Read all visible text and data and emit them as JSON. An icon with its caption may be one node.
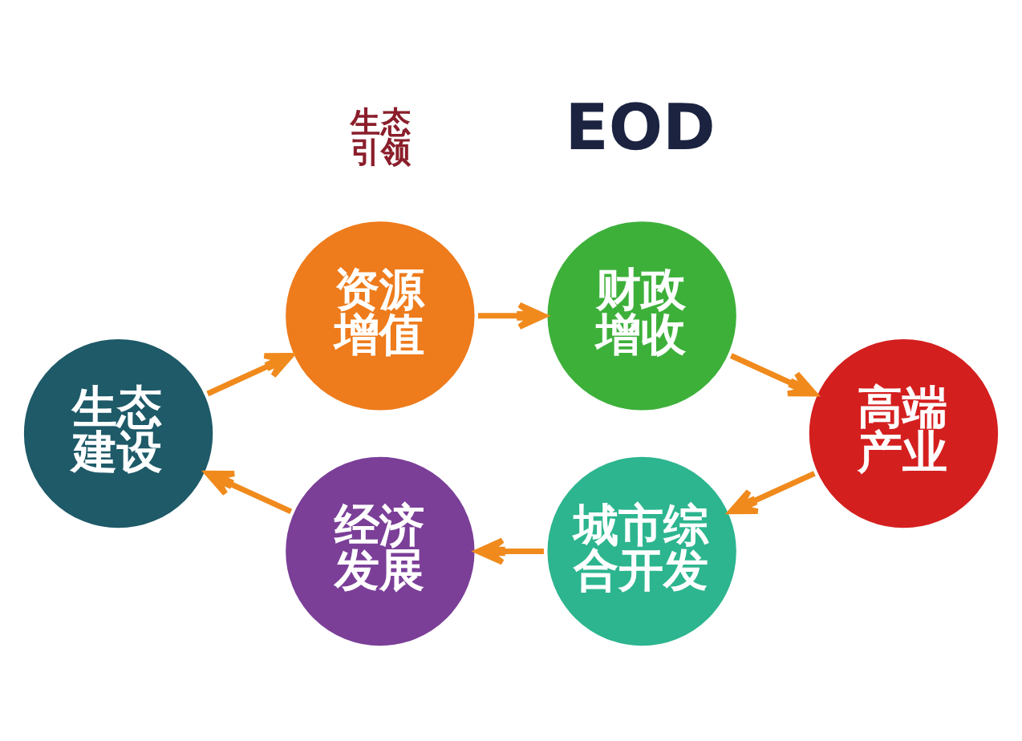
{
  "diagram": {
    "nodes": [
      {
        "text": [
          "资源增值"
        ]
      },
      {
        "text": [
          "财政增收"
        ]
      },
      {
        "text": [
          "高端产业"
        ]
      },
      {
        "text": [
          "城市综合开发"
        ]
      },
      {
        "text": [
          "经济发展"
        ]
      },
      {
        "text": [
          "生态建设"
        ]
      }
    ],
    "edges": [
      {
        "from": 0,
        "to": 1,
        "arrow": "to"
      },
      {
        "from": 1,
        "to": 2,
        "arrow": "to"
      },
      {
        "from": 2,
        "to": 3,
        "arrow": "to"
      },
      {
        "from": 3,
        "to": 4,
        "arrow": "to"
      },
      {
        "from": 4,
        "to": 5,
        "arrow": "to"
      },
      {
        "from": 5,
        "to": 0,
        "arrow": "to"
      }
    ],
    "labels": [
      "生态引领",
      "EOD"
    ]
  }
}
